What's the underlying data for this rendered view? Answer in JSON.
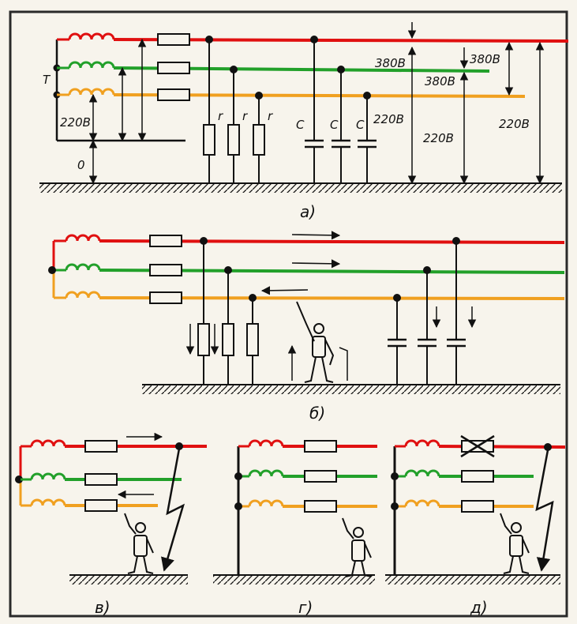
{
  "colors": {
    "phase1": "#e01010",
    "phase2": "#22a02a",
    "phase3": "#f0a020",
    "ink": "#111111",
    "paper": "#f7f4ec",
    "frame": "#2a2a2a"
  },
  "panel_a": {
    "caption": "а)",
    "transformer_label": "Т",
    "zero_label": "0",
    "phase_voltage_left": "220В",
    "line_voltage_top": "380В",
    "line_voltage_right": "380В",
    "line_voltage_mid": "380В",
    "capacitor_voltage": "220В",
    "phase_voltage_mid": "220В",
    "phase_voltage_right": "220В",
    "resistor_labels": [
      "r",
      "r",
      "r"
    ],
    "capacitor_labels": [
      "С",
      "С",
      "С"
    ]
  },
  "panel_b": {
    "caption": "б)"
  },
  "panel_c": {
    "caption": "в)"
  },
  "panel_d": {
    "caption": "г)"
  },
  "panel_e": {
    "caption": "д)"
  }
}
